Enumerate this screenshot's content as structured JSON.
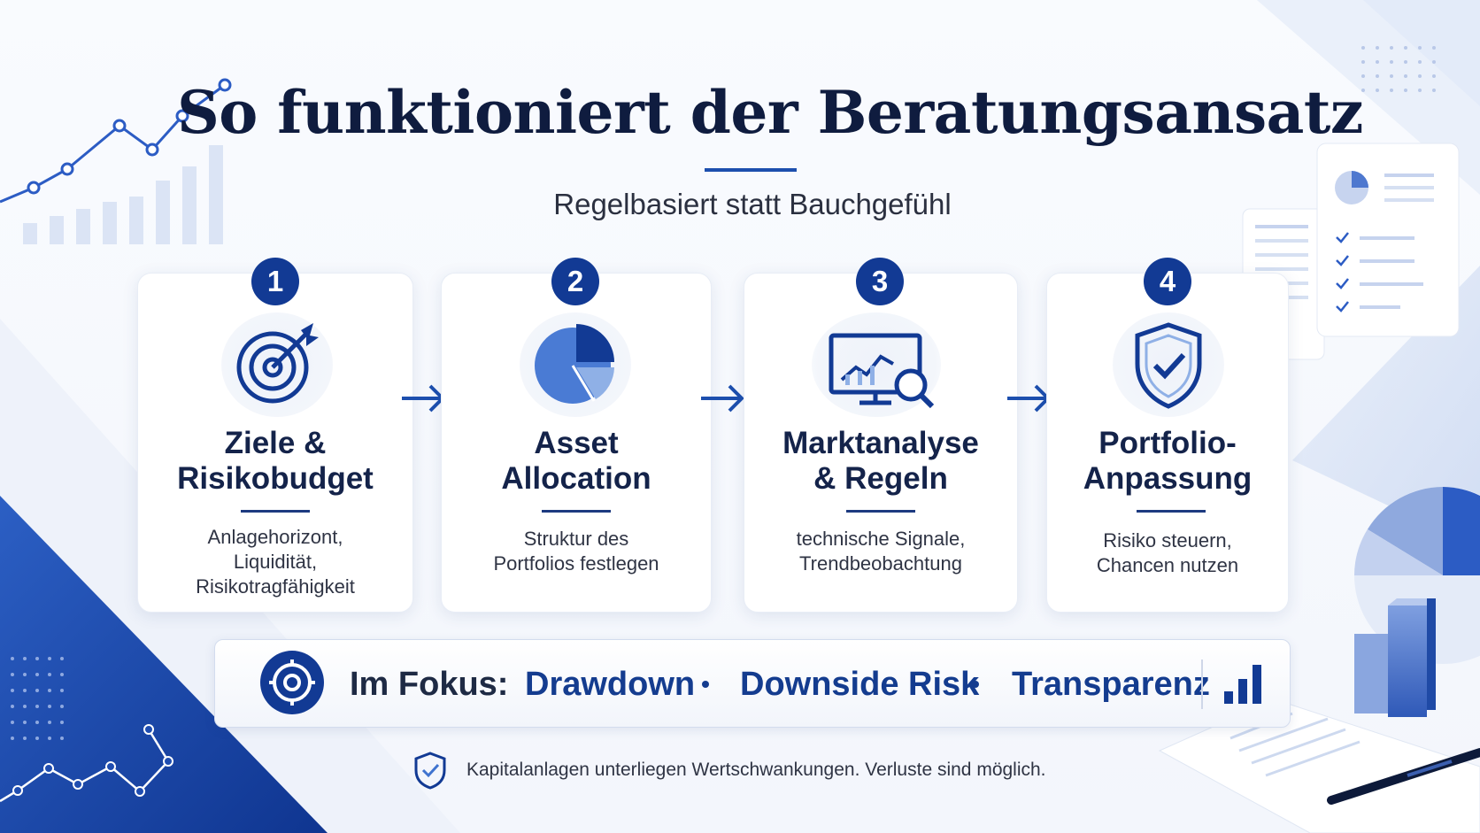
{
  "title": "So funktioniert der Beratungsansatz",
  "subtitle": "Regelbasiert statt Bauchgefühl",
  "steps": [
    {
      "number": "1",
      "title_line1": "Ziele &",
      "title_line2": "Risikobudget",
      "icon": "target-icon",
      "desc_line1": "Anlagehorizont,",
      "desc_line2": "Liquidität,",
      "desc_line3": "Risikotragfähigkeit"
    },
    {
      "number": "2",
      "title_line1": "Asset",
      "title_line2": "Allocation",
      "icon": "pie-chart-icon",
      "desc_line1": "Struktur des",
      "desc_line2": "Portfolios festlegen"
    },
    {
      "number": "3",
      "title_line1": "Marktanalyse",
      "title_line2": "& Regeln",
      "icon": "monitor-analysis-icon",
      "desc_line1": "technische Signale,",
      "desc_line2": "Trendbeobachtung"
    },
    {
      "number": "4",
      "title_line1": "Portfolio-",
      "title_line2": "Anpassung",
      "icon": "shield-check-icon",
      "desc_line1": "Risiko steuern,",
      "desc_line2": "Chancen nutzen"
    }
  ],
  "focus": {
    "label": "Im Fokus:",
    "items": [
      "Drawdown",
      "Downside Risk",
      "Transparenz"
    ],
    "icon": "target-icon",
    "end_icon": "bar-chart-icon"
  },
  "disclaimer": "Kapitalanlagen unterliegen Wertschwankungen. Verluste sind möglich.",
  "colors": {
    "accent": "#123a94",
    "title": "#0f1c3f",
    "text": "#2f3444"
  }
}
